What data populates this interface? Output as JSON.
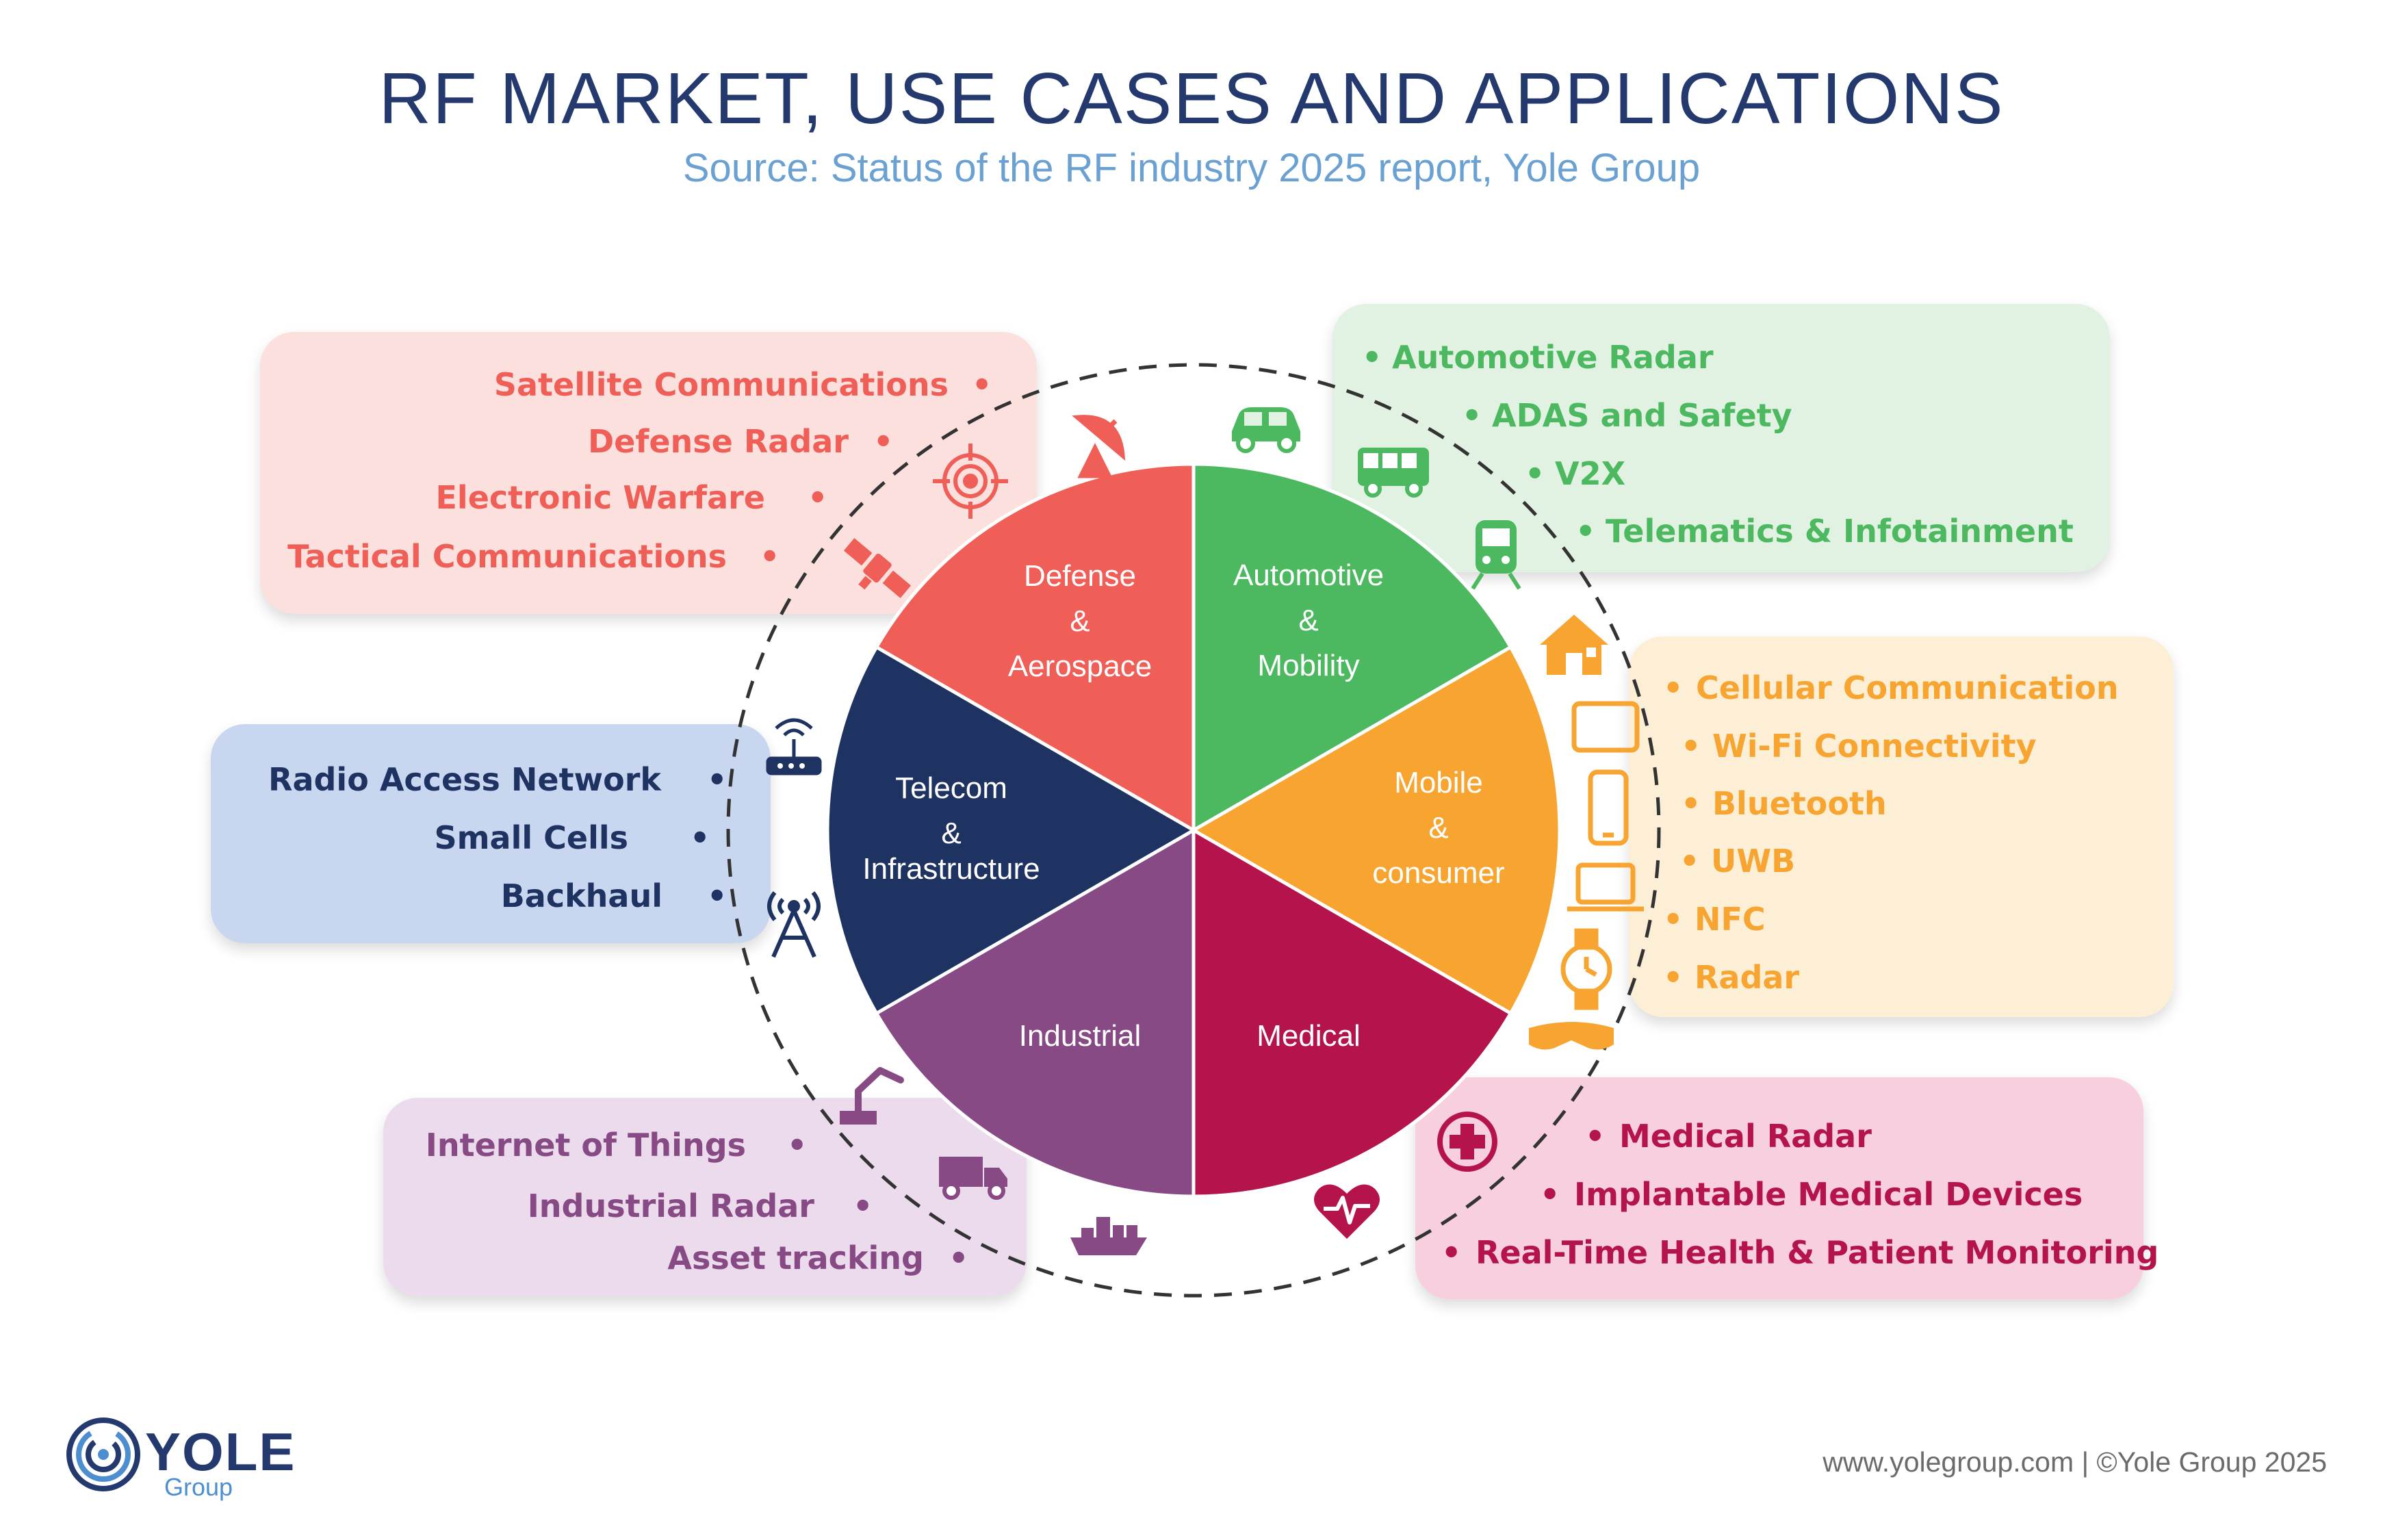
{
  "title": "RF MARKET, USE CASES AND APPLICATIONS",
  "subtitle": "Source: Status of the RF industry 2025 report, Yole Group",
  "colors": {
    "defense": "#ef5f58",
    "automotive": "#4cb85f",
    "mobile": "#f7a530",
    "medical": "#b5134b",
    "industrial": "#874a85",
    "telecom": "#1f3363"
  },
  "segments": {
    "defense": [
      "Defense",
      "&",
      "Aerospace"
    ],
    "automotive": [
      "Automotive",
      "&",
      "Mobility"
    ],
    "mobile": [
      "Mobile",
      "&",
      "consumer"
    ],
    "medical": [
      "Medical"
    ],
    "industrial": [
      "Industrial"
    ],
    "telecom": [
      "Telecom",
      "&",
      "Infrastructure"
    ]
  },
  "defense_items": [
    "Satellite Communications",
    "Defense Radar",
    "Electronic Warfare",
    "Tactical Communications"
  ],
  "automotive_items": [
    "Automotive Radar",
    "ADAS and Safety",
    "V2X",
    "Telematics & Infotainment"
  ],
  "mobile_items": [
    "Cellular Communication",
    "Wi-Fi Connectivity",
    "Bluetooth",
    "UWB",
    "NFC",
    "Radar"
  ],
  "medical_items": [
    "Medical Radar",
    "Implantable Medical Devices",
    "Real-Time Health & Patient Monitoring"
  ],
  "industrial_items": [
    "Internet of Things",
    "Industrial Radar",
    "Asset tracking"
  ],
  "telecom_items": [
    "Radio Access Network",
    "Small Cells",
    "Backhaul"
  ],
  "bullet": "•",
  "icons": [
    "satellite-dish-icon",
    "target-icon",
    "satellite-icon",
    "car-icon",
    "bus-icon",
    "train-icon",
    "house-icon",
    "tablet-icon",
    "smartphone-icon",
    "laptop-icon",
    "smartwatch-icon",
    "vr-headset-icon",
    "router-icon",
    "cell-tower-icon",
    "robot-arm-icon",
    "truck-icon",
    "cargo-ship-icon",
    "heart-rate-icon",
    "medical-cross-icon",
    "yole-logo-icon"
  ],
  "footer": "www.yolegroup.com | ©Yole Group 2025",
  "logo": {
    "name": "YOLE",
    "sub": "Group"
  }
}
